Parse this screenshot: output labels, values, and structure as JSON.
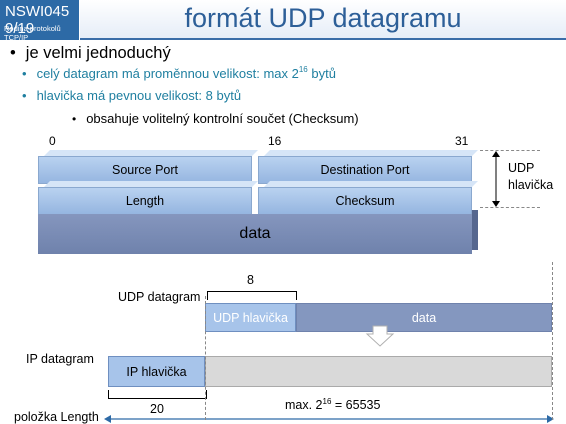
{
  "header": {
    "course_code": "NSWI045  9/19",
    "course_sub": "Rodina protokolů TCP/IP",
    "title": "formát UDP datagramu"
  },
  "bullets": {
    "l1": "je velmi jednoduchý",
    "l2a_pre": "celý datagram má proměnnou velikost: max 2",
    "l2a_sup": "16",
    "l2a_post": " bytů",
    "l2b": "hlavička má pevnou velikost: 8 bytů",
    "l3": "obsahuje volitelný kontrolní součet (Checksum)"
  },
  "ruler": {
    "start": "0",
    "mid": "16",
    "end": "31"
  },
  "header_fields": {
    "source_port": "Source Port",
    "destination_port": "Destination Port",
    "length": "Length",
    "checksum": "Checksum",
    "data": "data",
    "brace_label_1": "UDP",
    "brace_label_2": "hlavička"
  },
  "diagram": {
    "header_size": "8",
    "udp_datagram_label": "UDP datagram",
    "udp_header": "UDP hlavička",
    "udp_data": "data",
    "ip_datagram_label": "IP datagram",
    "ip_header": "IP hlavička",
    "ip_header_size": "20",
    "max_pre": "max. 2",
    "max_sup": "16",
    "max_post": " = 65535",
    "length_field_label": "položka Length"
  },
  "colors": {
    "badge": "#2d6aa6",
    "title_text": "#2d5f98",
    "bullet2_text": "#1f7fa0",
    "field_fill": "#a7c4ea",
    "data_bar": "#8497bf",
    "ip_payload": "#d9d9d9"
  }
}
